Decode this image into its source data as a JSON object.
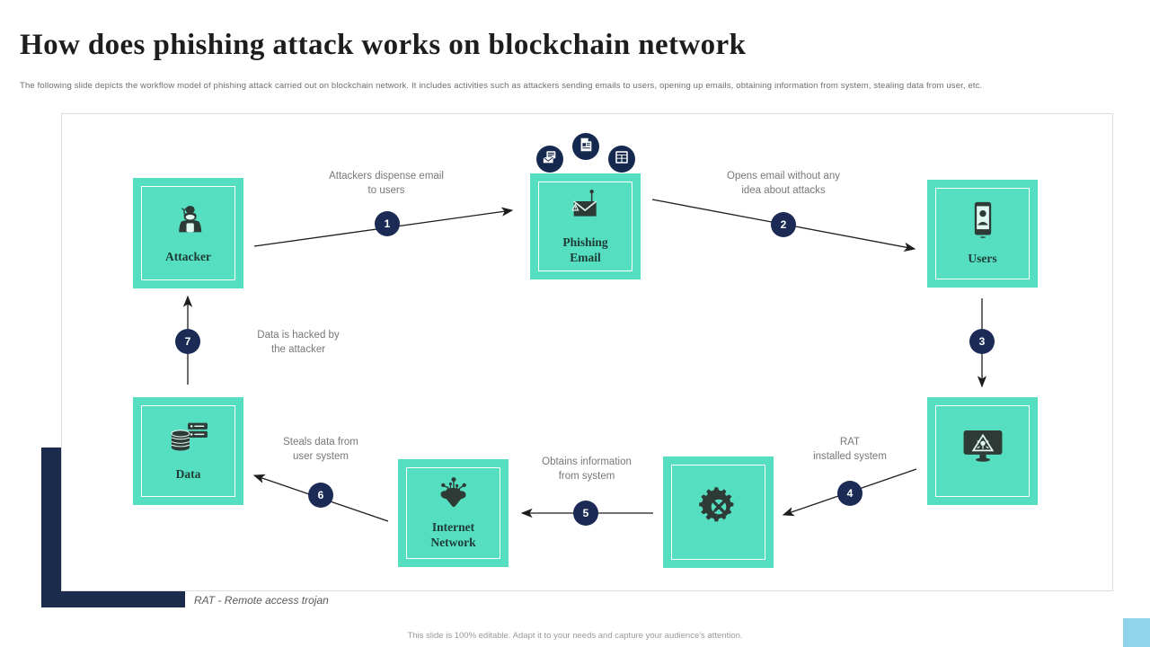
{
  "header": {
    "title": "How does phishing attack works on blockchain network",
    "subtitle": "The following slide depicts the workflow model of phishing attack carried out on blockchain network. It includes activities such as attackers sending emails to users, opening up emails, obtaining information from system, stealing data from user, etc."
  },
  "colors": {
    "node_fill": "#55dfc0",
    "navy": "#1b2b4b",
    "step_circle": "#1b2b55",
    "accent_blue": "#8fd4e8",
    "caption_text": "#777777"
  },
  "nodes": {
    "attacker": {
      "label": "Attacker",
      "icon": "hacker-icon"
    },
    "phishing": {
      "label": "Phishing\nEmail",
      "label_line1": "Phishing",
      "label_line2": "Email",
      "icon": "phishing-hook-envelope-icon"
    },
    "users": {
      "label": "Users",
      "icon": "smartphone-user-icon"
    },
    "system": {
      "label": "",
      "icon": "infected-monitor-icon"
    },
    "rat": {
      "label": "",
      "icon": "gear-tools-icon"
    },
    "internet": {
      "label": "Internet\nNetwork",
      "label_line1": "Internet",
      "label_line2": "Network",
      "icon": "network-cloud-icon"
    },
    "data": {
      "label": "Data",
      "icon": "database-server-icon"
    }
  },
  "badges": [
    {
      "name": "email-badge",
      "icon": "envelope-icon"
    },
    {
      "name": "document-badge",
      "icon": "document-icon"
    },
    {
      "name": "newspaper-badge",
      "icon": "newspaper-icon"
    }
  ],
  "steps": [
    {
      "number": "1",
      "caption_line1": "Attackers dispense email",
      "caption_line2": "to users"
    },
    {
      "number": "2",
      "caption_line1": "Opens email without any",
      "caption_line2": "idea about attacks"
    },
    {
      "number": "3",
      "caption_line1": "",
      "caption_line2": ""
    },
    {
      "number": "4",
      "caption_line1": "RAT",
      "caption_line2": "installed system"
    },
    {
      "number": "5",
      "caption_line1": "Obtains information",
      "caption_line2": "from system"
    },
    {
      "number": "6",
      "caption_line1": "Steals data from",
      "caption_line2": "user system"
    },
    {
      "number": "7",
      "caption_line1": "Data is hacked by",
      "caption_line2": "the attacker"
    }
  ],
  "footnote": "RAT - Remote access trojan",
  "footer_note": "This slide is 100% editable. Adapt it to your needs and capture your audience's attention."
}
